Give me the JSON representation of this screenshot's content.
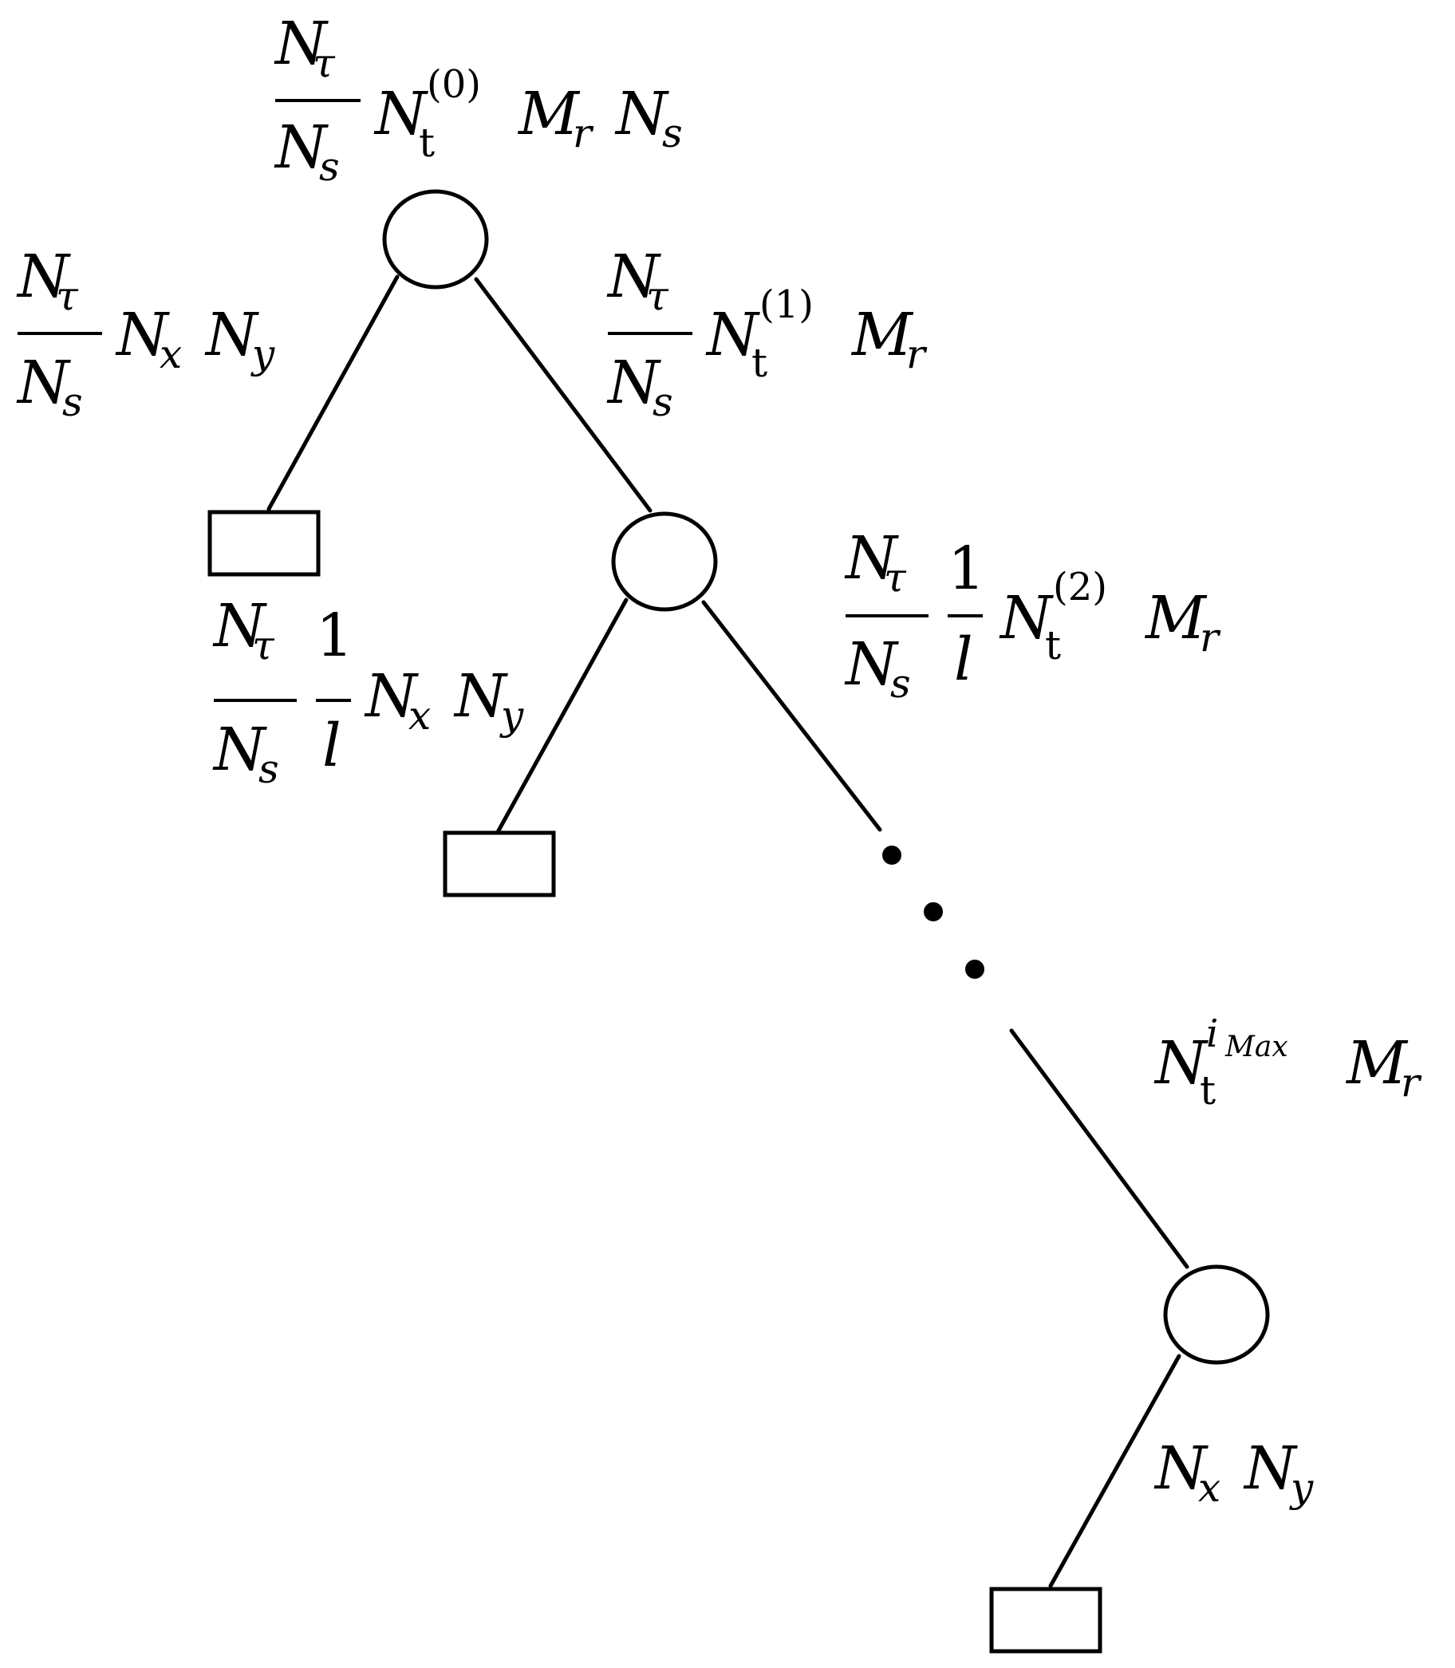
{
  "nodes": {
    "root_label": {
      "frac_num": "N",
      "frac_num_sub": "τ",
      "frac_den": "N",
      "frac_den_sub": "s",
      "main": "N",
      "main_sub": "t",
      "main_sup": "(0)",
      "tail1": "M",
      "tail1_sub": "r",
      "tail2": "N",
      "tail2_sub": "s"
    },
    "left1_label": {
      "frac_num": "N",
      "frac_num_sub": "τ",
      "frac_den": "N",
      "frac_den_sub": "s",
      "a": "N",
      "a_sub": "x",
      "b": "N",
      "b_sub": "y"
    },
    "right1_label": {
      "frac_num": "N",
      "frac_num_sub": "τ",
      "frac_den": "N",
      "frac_den_sub": "s",
      "main": "N",
      "main_sub": "t",
      "main_sup": "(1)",
      "tail": "M",
      "tail_sub": "r"
    },
    "left2_label": {
      "frac_num": "N",
      "frac_num_sub": "τ",
      "frac_den": "N",
      "frac_den_sub": "s",
      "frac2_num": "1",
      "frac2_den": "l",
      "a": "N",
      "a_sub": "x",
      "b": "N",
      "b_sub": "y"
    },
    "right2_label": {
      "frac_num": "N",
      "frac_num_sub": "τ",
      "frac_den": "N",
      "frac_den_sub": "s",
      "frac2_num": "1",
      "frac2_den": "l",
      "main": "N",
      "main_sub": "t",
      "main_sup": "(2)",
      "tail": "M",
      "tail_sub": "r"
    },
    "last_label": {
      "main": "N",
      "main_sub": "t",
      "main_sup": "i",
      "main_sup_sub": "Max",
      "tail": "M",
      "tail_sub": "r"
    },
    "last_leaf_label": {
      "a": "N",
      "a_sub": "x",
      "b": "N",
      "b_sub": "y"
    }
  }
}
